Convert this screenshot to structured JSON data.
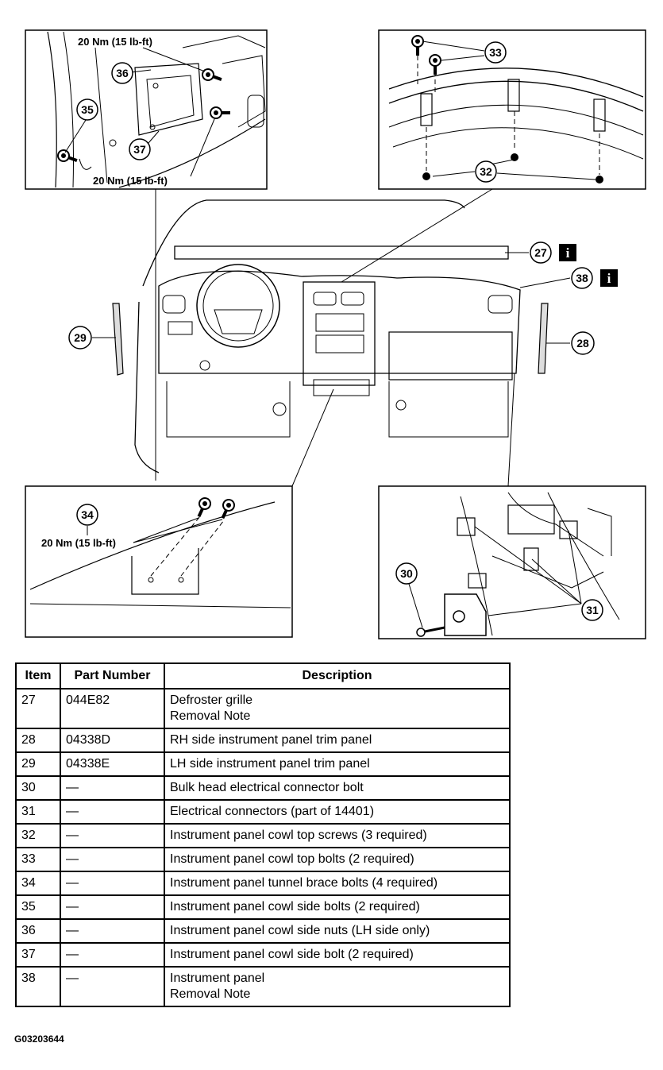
{
  "callouts": {
    "c27": "27",
    "c28": "28",
    "c29": "29",
    "c30": "30",
    "c31": "31",
    "c32": "32",
    "c33": "33",
    "c34": "34",
    "c35": "35",
    "c36": "36",
    "c37": "37",
    "c38": "38"
  },
  "torque": {
    "t36_top": "20 Nm (15 lb-ft)",
    "t37_bottom": "20 Nm (15 lb-ft)",
    "t34": "20 Nm (15 lb-ft)"
  },
  "info_icon": "i",
  "table": {
    "headers": [
      "Item",
      "Part Number",
      "Description"
    ],
    "rows": [
      {
        "item": "27",
        "part": "044E82",
        "desc": "Defroster grille\nRemoval Note"
      },
      {
        "item": "28",
        "part": "04338D",
        "desc": "RH side instrument panel trim panel"
      },
      {
        "item": "29",
        "part": "04338E",
        "desc": "LH side instrument panel trim panel"
      },
      {
        "item": "30",
        "part": "—",
        "desc": "Bulk head electrical connector bolt"
      },
      {
        "item": "31",
        "part": "—",
        "desc": "Electrical connectors (part of 14401)"
      },
      {
        "item": "32",
        "part": "—",
        "desc": "Instrument panel cowl top screws (3 required)"
      },
      {
        "item": "33",
        "part": "—",
        "desc": "Instrument panel cowl top bolts (2 required)"
      },
      {
        "item": "34",
        "part": "—",
        "desc": "Instrument panel tunnel brace bolts (4 required)"
      },
      {
        "item": "35",
        "part": "—",
        "desc": "Instrument panel cowl side bolts (2 required)"
      },
      {
        "item": "36",
        "part": "—",
        "desc": "Instrument panel cowl side nuts (LH side only)"
      },
      {
        "item": "37",
        "part": "—",
        "desc": "Instrument panel cowl side bolt (2 required)"
      },
      {
        "item": "38",
        "part": "—",
        "desc": "Instrument panel\nRemoval Note"
      }
    ]
  },
  "figure_id": "G03203644"
}
